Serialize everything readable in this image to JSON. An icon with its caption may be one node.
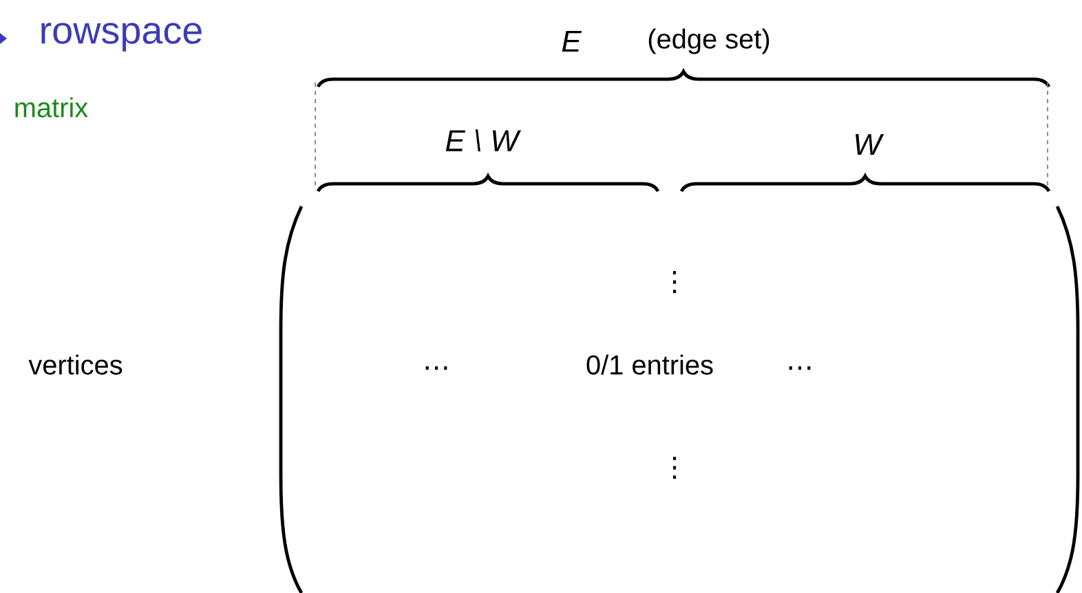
{
  "diagram": {
    "labels": [
      "rowspace",
      "matrix",
      "E",
      "(edge set)",
      "E \\ W",
      "W",
      "vertices",
      "⋮",
      "⋯",
      "0/1 entries",
      "⋯",
      "⋮"
    ]
  }
}
